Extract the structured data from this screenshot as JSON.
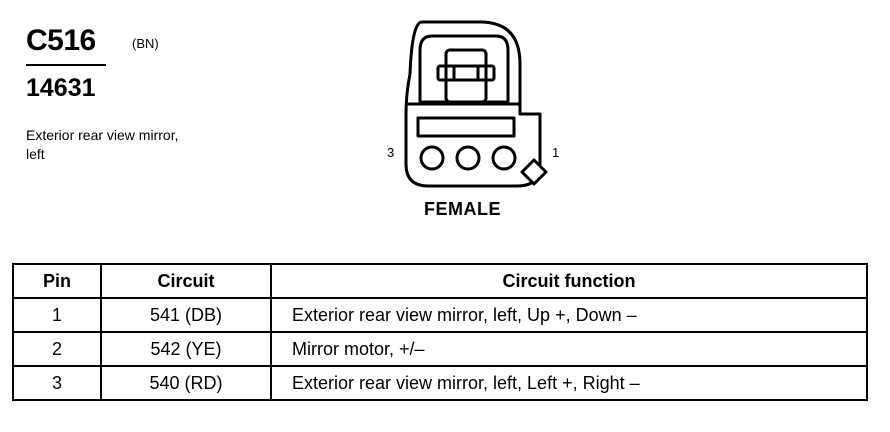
{
  "connector": {
    "id": "C516",
    "color_code": "(BN)",
    "part_number": "14631",
    "description": "Exterior rear view mirror, left",
    "gender": "FEMALE",
    "pin_labels": {
      "left": "3",
      "right": "1"
    }
  },
  "table": {
    "headers": {
      "pin": "Pin",
      "circuit": "Circuit",
      "function": "Circuit function"
    },
    "rows": [
      {
        "pin": "1",
        "circuit": "541 (DB)",
        "function": "Exterior rear view mirror, left, Up +, Down –"
      },
      {
        "pin": "2",
        "circuit": "542 (YE)",
        "function": "Mirror motor, +/–"
      },
      {
        "pin": "3",
        "circuit": "540 (RD)",
        "function": "Exterior rear view mirror, left, Left +, Right –"
      }
    ]
  }
}
